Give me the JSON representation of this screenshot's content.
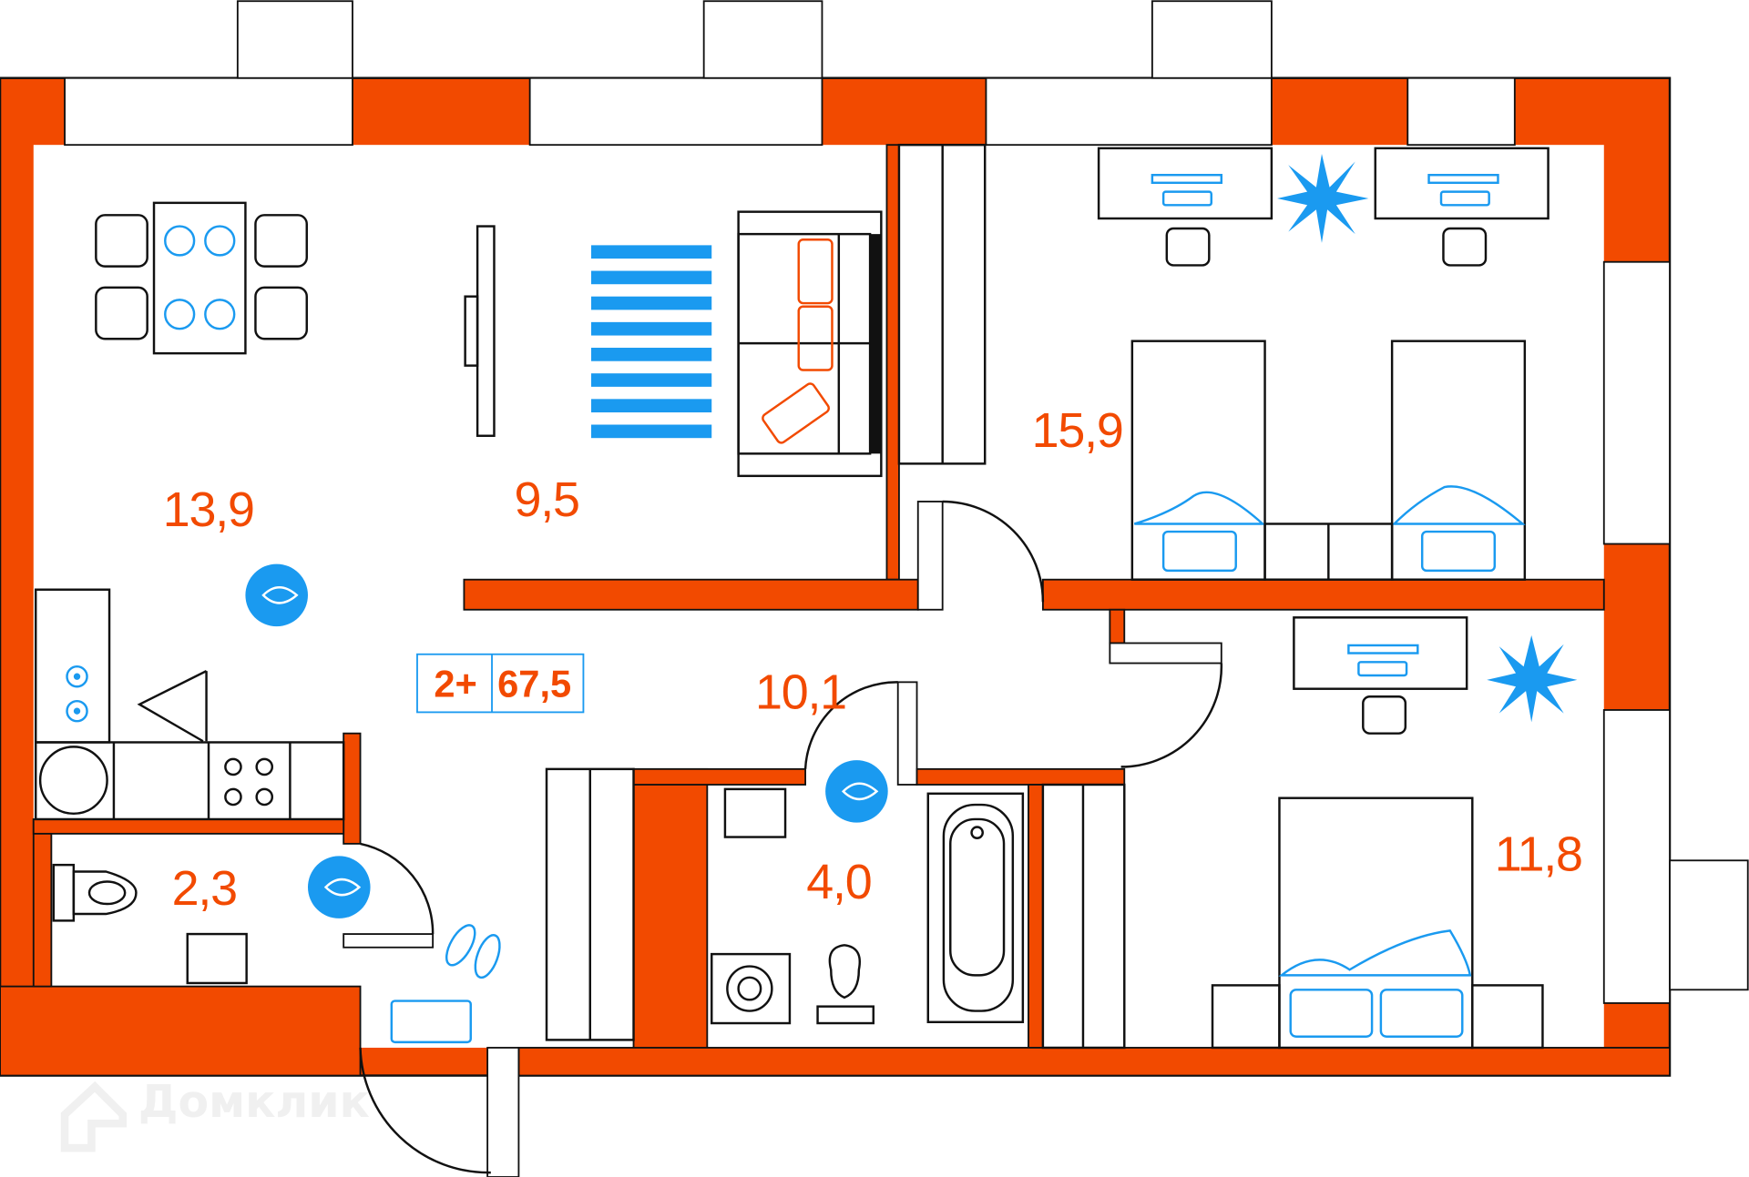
{
  "plan": {
    "rooms": [
      {
        "id": "kitchen",
        "area": "13,9"
      },
      {
        "id": "living",
        "area": "9,5"
      },
      {
        "id": "bedroom-1",
        "area": "15,9"
      },
      {
        "id": "bedroom-2",
        "area": "11,8"
      },
      {
        "id": "hall",
        "area": "10,1"
      },
      {
        "id": "toilet",
        "area": "2,3"
      },
      {
        "id": "bathroom",
        "area": "4,0"
      }
    ],
    "badge": {
      "rooms": "2+",
      "total_area": "67,5"
    },
    "watermark": "Домклик",
    "colors": {
      "wall": "#f24a00",
      "accent": "#1a9af0"
    }
  }
}
